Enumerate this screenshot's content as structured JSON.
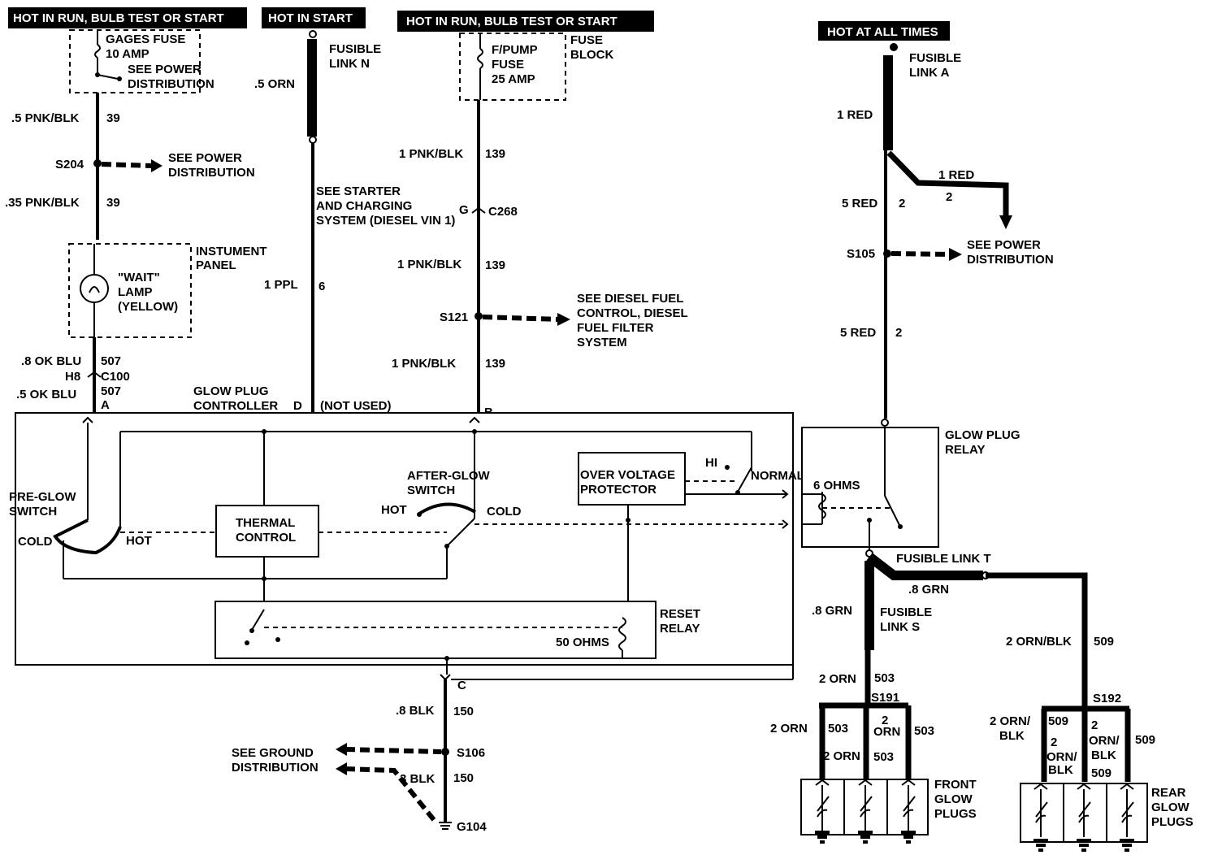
{
  "headers": {
    "h1": "HOT IN RUN, BULB TEST OR START",
    "h2": "HOT IN START",
    "h3": "HOT IN RUN, BULB TEST OR START",
    "h4": "HOT AT ALL TIMES"
  },
  "col1": {
    "gages_fuse": "GAGES FUSE",
    "gages_amp": "10 AMP",
    "see_power_1": "SEE POWER",
    "see_power_2": "DISTRIBUTION",
    "w1_label": ".5 PNK/BLK",
    "w1_circuit": "39",
    "splice": "S204",
    "splice_see_1": "SEE POWER",
    "splice_see_2": "DISTRIBUTION",
    "w2_label": ".35 PNK/BLK",
    "w2_circuit": "39",
    "panel_1": "INSTUMENT",
    "panel_2": "PANEL",
    "lamp_1": "\"WAIT\"",
    "lamp_2": "LAMP",
    "lamp_3": "(YELLOW)",
    "w3_label": ".8 OK BLU",
    "w3_circuit": "507",
    "conn_pin": "H8",
    "conn": "C100",
    "w4_label": ".5 OK BLU",
    "w4_circuit": "507",
    "term": "A"
  },
  "col2": {
    "link_1": "FUSIBLE",
    "link_2": "LINK N",
    "w1_label": ".5 ORN",
    "see_1": "SEE STARTER",
    "see_2": "AND CHARGING",
    "see_3": "SYSTEM (DIESEL VIN 1)",
    "w2_label": "1 PPL",
    "w2_circuit": "6",
    "controller_1": "GLOW PLUG",
    "controller_2": "CONTROLLER",
    "term": "D",
    "not_used": "(NOT USED)"
  },
  "col3": {
    "fuse_1": "F/PUMP",
    "fuse_2": "FUSE",
    "fuse_3": "25 AMP",
    "block_1": "FUSE",
    "block_2": "BLOCK",
    "w1_label": "1 PNK/BLK",
    "w1_circuit": "139",
    "conn_pin": "G",
    "conn": "C268",
    "w2_label": "1 PNK/BLK",
    "w2_circuit": "139",
    "splice": "S121",
    "see_1": "SEE DIESEL FUEL",
    "see_2": "CONTROL, DIESEL",
    "see_3": "FUEL FILTER",
    "see_4": "SYSTEM",
    "w3_label": "1 PNK/BLK",
    "w3_circuit": "139",
    "term": "B"
  },
  "controller": {
    "preglow_1": "PRE-GLOW",
    "preglow_2": "SWITCH",
    "cold": "COLD",
    "hot": "HOT",
    "thermal_1": "THERMAL",
    "thermal_2": "CONTROL",
    "afterglow_1": "AFTER-GLOW",
    "afterglow_2": "SWITCH",
    "ag_hot": "HOT",
    "ag_cold": "COLD",
    "ovp_1": "OVER VOLTAGE",
    "ovp_2": "PROTECTOR",
    "hi": "HI",
    "normal": "NORMAL",
    "reset_1": "RESET",
    "reset_2": "RELAY",
    "ohms50": "50 OHMS",
    "term_c": "C"
  },
  "ground": {
    "w1_label": ".8 BLK",
    "w1_circuit": "150",
    "see_1": "SEE GROUND",
    "see_2": "DISTRIBUTION",
    "splice": "S106",
    "w2_label": "3 BLK",
    "w2_circuit": "150",
    "ground": "G104"
  },
  "col4": {
    "link_1": "FUSIBLE",
    "link_2": "LINK A",
    "w1_label": "1 RED",
    "branch_label": "1 RED",
    "branch_circuit": "2",
    "w2_label": "5 RED",
    "w2_circuit": "2",
    "splice": "S105",
    "see_1": "SEE POWER",
    "see_2": "DISTRIBUTION",
    "w3_label": "5 RED",
    "w3_circuit": "2",
    "relay_1": "GLOW PLUG",
    "relay_2": "RELAY",
    "ohms": "6 OHMS",
    "link_t": "FUSIBLE LINK T",
    "w_grn1": ".8 GRN",
    "w_grn2": ".8 GRN",
    "link_s1": "FUSIBLE",
    "link_s2": "LINK S",
    "w_orn": "2 ORN",
    "w_orn_c": "503",
    "s191": "S191",
    "f_orn1": "2 ORN",
    "f_c1": "503",
    "f_orn2a": "2",
    "f_orn2b": "ORN",
    "f_c3": "503",
    "f_orn_mid": "2 ORN",
    "f_c_mid": "503",
    "front_1": "FRONT",
    "front_2": "GLOW",
    "front_3": "PLUGS",
    "w_ob": "2 ORN/BLK",
    "w_ob_c": "509",
    "s192": "S192",
    "r1a": "2 ORN/",
    "r1b": "BLK",
    "r_c1": "509",
    "r2a": "2",
    "r2b": "ORN/",
    "r2c": "BLK",
    "r3a": "2",
    "r3b": "ORN/",
    "r3c": "BLK",
    "r_c3": "509",
    "r_c2b": "509",
    "rear_1": "REAR",
    "rear_2": "GLOW",
    "rear_3": "PLUGS"
  }
}
